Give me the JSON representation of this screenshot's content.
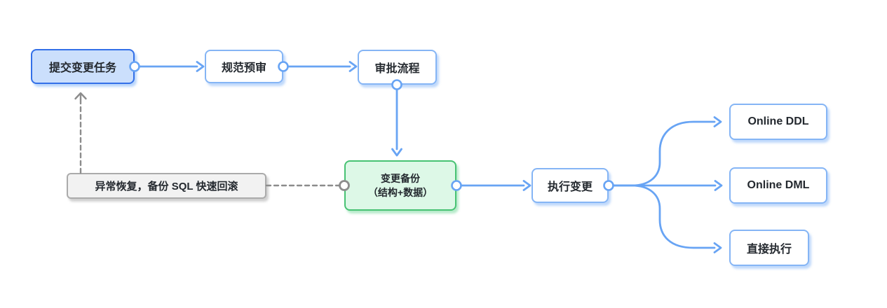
{
  "nodes": {
    "submit": {
      "label": "提交变更任务"
    },
    "precheck": {
      "label": "规范预审"
    },
    "approval": {
      "label": "审批流程"
    },
    "backup": {
      "label": "变更备份",
      "sublabel": "（结构+数据）"
    },
    "execute": {
      "label": "执行变更"
    },
    "online_ddl": {
      "label": "Online DDL"
    },
    "online_dml": {
      "label": "Online DML"
    },
    "direct": {
      "label": "直接执行"
    },
    "rollback": {
      "label": "异常恢复，备份 SQL 快速回滚"
    }
  },
  "edges": [
    {
      "from": "submit",
      "to": "precheck",
      "style": "solid-blue-arrow"
    },
    {
      "from": "precheck",
      "to": "approval",
      "style": "solid-blue-arrow"
    },
    {
      "from": "approval",
      "to": "backup",
      "style": "solid-blue-arrow"
    },
    {
      "from": "backup",
      "to": "execute",
      "style": "solid-blue-arrow"
    },
    {
      "from": "execute",
      "to": "online_ddl",
      "style": "solid-blue-arrow-curved"
    },
    {
      "from": "execute",
      "to": "online_dml",
      "style": "solid-blue-arrow"
    },
    {
      "from": "execute",
      "to": "direct",
      "style": "solid-blue-arrow-curved"
    },
    {
      "from": "rollback",
      "to": "submit",
      "style": "dashed-gray-arrow"
    },
    {
      "from": "rollback",
      "to": "backup",
      "style": "dashed-gray"
    }
  ],
  "colors": {
    "accent_blue": "#3370e8",
    "node_fill_blue": "#cbdffc",
    "node_border_light_blue": "#85b5f5",
    "node_fill_white": "#ffffff",
    "green_border": "#47c273",
    "green_fill": "#ddf8e7",
    "gray_border": "#ababab",
    "gray_fill": "#f2f2f2",
    "connector_blue": "#68a4f4",
    "connector_gray": "#8c8c8c",
    "text": "#24292f",
    "background": "#ffffff"
  }
}
